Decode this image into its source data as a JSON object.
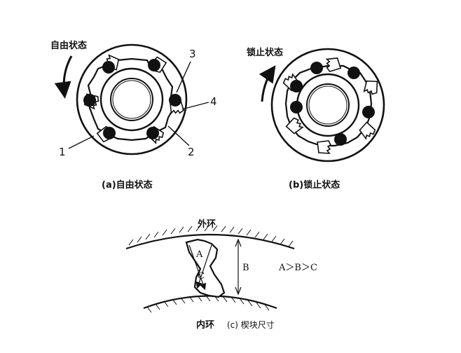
{
  "panel_a": {
    "state_label": "自由状态",
    "caption": "(a)自由状态",
    "callouts": [
      "1",
      "2",
      "3",
      "4"
    ]
  },
  "panel_b": {
    "state_label": "锁止状态",
    "caption": "(b)锁止状态"
  },
  "panel_c": {
    "outer_ring_label": "外环",
    "inner_ring_label": "内环",
    "caption": "(c) 楔块尺寸",
    "dim_a": "A",
    "dim_b": "B",
    "dim_c": "C",
    "relation": "A＞B＞C"
  }
}
